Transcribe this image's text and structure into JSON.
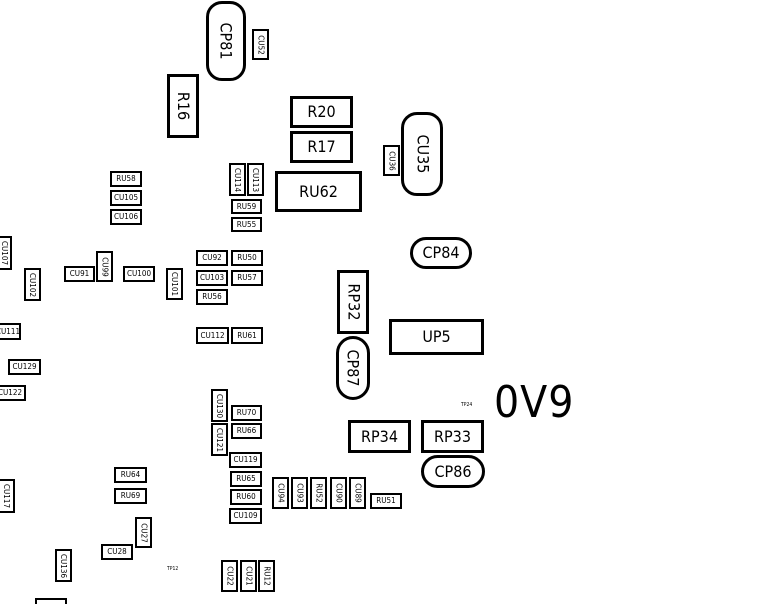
{
  "components": {
    "cp81": "CP81",
    "cu52": "CU52",
    "r16": "R16",
    "r20": "R20",
    "r17": "R17",
    "cu35": "CU35",
    "cu36": "CU36",
    "ru62": "RU62",
    "cu114": "CU114",
    "cu113": "CU113",
    "ru59": "RU59",
    "ru55": "RU55",
    "ru58": "RU58",
    "cu105": "CU105",
    "cu106": "CU106",
    "cp84": "CP84",
    "cu107": "CU107",
    "cu102": "CU102",
    "cu91": "CU91",
    "cu99": "CU99",
    "cu100": "CU100",
    "cu101": "CU101",
    "cu92": "CU92",
    "ru50": "RU50",
    "cu103": "CU103",
    "ru57": "RU57",
    "ru56": "RU56",
    "rp32": "RP32",
    "up5": "UP5",
    "cu111": "CU111",
    "cu112": "CU112",
    "ru61": "RU61",
    "cp87": "CP87",
    "cu129": "CU129",
    "cu122": "CU122",
    "cu130": "CU130",
    "ru70": "RU70",
    "ru66": "RU66",
    "cu121": "CU121",
    "rp34": "RP34",
    "rp33": "RP33",
    "cp86": "CP86",
    "cu119": "CU119",
    "ru64": "RU64",
    "ru65": "RU65",
    "ru69": "RU69",
    "ru60": "RU60",
    "cu109": "CU109",
    "cu94": "CU94",
    "cu93": "CU93",
    "ru52": "RU52",
    "cu90": "CU90",
    "cu89": "CU89",
    "ru51": "RU51",
    "cu117": "CU117",
    "cu27": "CU27",
    "cu28": "CU28",
    "cu136": "CU136",
    "cu22": "CU22",
    "cu21": "CU21",
    "ru12": "RU12"
  },
  "test_points": {
    "tp24": "TP24",
    "tp12": "TP12"
  },
  "board_label": "0V9"
}
